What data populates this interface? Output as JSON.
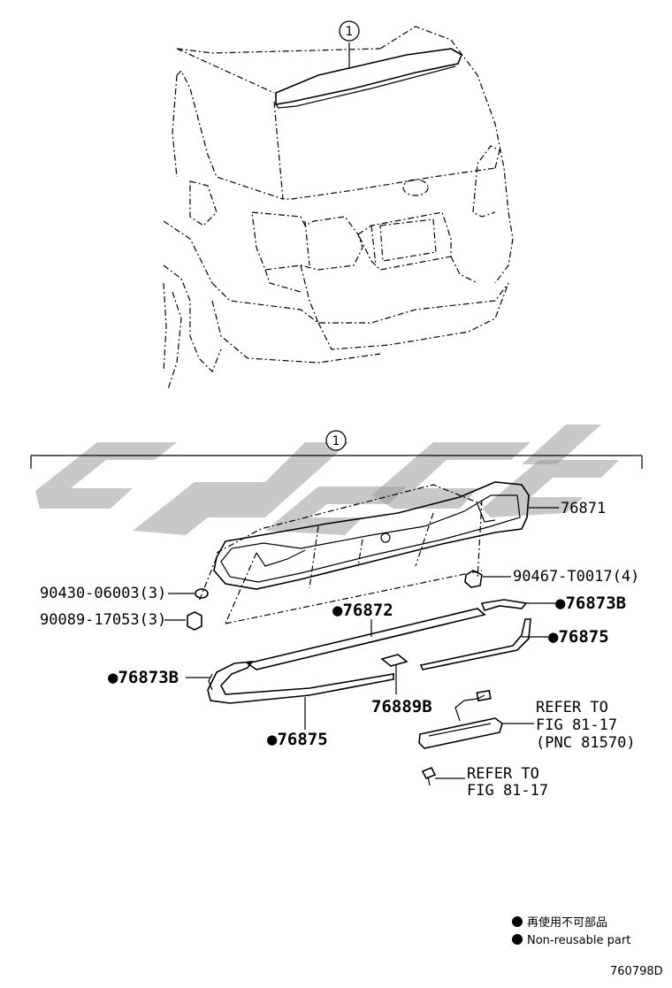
{
  "callouts": {
    "top_ref": "1",
    "group_ref": "1"
  },
  "parts": {
    "p76871": "76871",
    "p90467": "90467-T0017(4)",
    "p90430": "90430-06003(3)",
    "p90089": "90089-17053(3)",
    "p76872": "●76872",
    "p76873b_right": "●76873B",
    "p76875_right": "●76875",
    "p76873b_left": "●76873B",
    "p76889b": "76889B",
    "p76875_left": "●76875"
  },
  "refer_1": [
    "REFER TO",
    "FIG 81-17",
    "(PNC 81570)"
  ],
  "refer_2": [
    "REFER TO",
    "FIG 81-17"
  ],
  "legend": {
    "jp": "再使用不可部品",
    "en": "Non-reusable part"
  },
  "figure_code": "760798D"
}
